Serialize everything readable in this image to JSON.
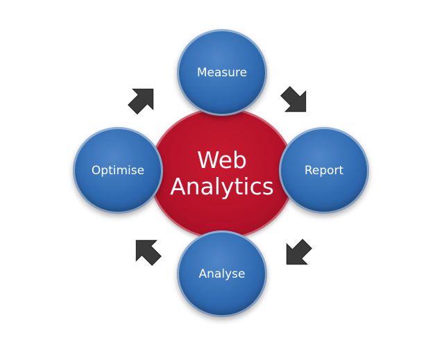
{
  "diagram": {
    "center": {
      "line1": "Web",
      "line2": "Analytics",
      "color": "#b3122a"
    },
    "nodes": [
      {
        "label": "Measure",
        "position": "top"
      },
      {
        "label": "Report",
        "position": "right"
      },
      {
        "label": "Analyse",
        "position": "bottom"
      },
      {
        "label": "Optimise",
        "position": "left"
      }
    ],
    "node_color": "#2f6ab0",
    "arrows": [
      {
        "icon": "arrow-up-right-icon",
        "from": "Optimise",
        "to": "Measure"
      },
      {
        "icon": "arrow-down-right-icon",
        "from": "Measure",
        "to": "Report"
      },
      {
        "icon": "arrow-down-left-icon",
        "from": "Report",
        "to": "Analyse"
      },
      {
        "icon": "arrow-up-left-icon",
        "from": "Analyse",
        "to": "Optimise"
      }
    ],
    "arrow_color": "#3a3a3a"
  }
}
